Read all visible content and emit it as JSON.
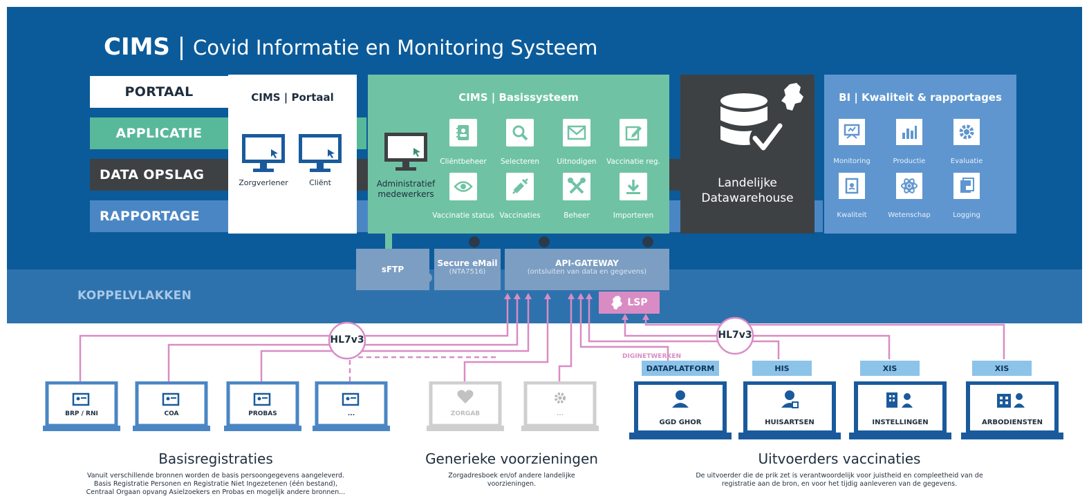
{
  "header": {
    "brand": "CIMS",
    "separator": "|",
    "subtitle": "Covid Informatie en Monitoring Systeem"
  },
  "layers": {
    "portaal": "PORTAAL",
    "applicatie": "APPLICATIE",
    "data_opslag": "DATA OPSLAG",
    "rapportage": "RAPPORTAGE"
  },
  "portal": {
    "title": "CIMS | Portaal",
    "users": [
      "Zorgverlener",
      "Cliënt"
    ]
  },
  "basis": {
    "title": "CIMS | Basissysteem",
    "admin_label_1": "Administratief",
    "admin_label_2": "medewerkers",
    "tiles": [
      "Cliëntbeheer",
      "Selecteren",
      "Uitnodigen",
      "Vaccinatie reg.",
      "Vaccinatie status",
      "Vaccinaties",
      "Beheer",
      "Importeren"
    ]
  },
  "dwh": {
    "line1": "Landelijke",
    "line2": "Datawarehouse"
  },
  "bi": {
    "title": "BI | Kwaliteit & rapportages",
    "tiles": [
      "Monitoring",
      "Productie",
      "Evaluatie",
      "Kwaliteit",
      "Wetenschap",
      "Logging"
    ]
  },
  "interfaces": {
    "koppelvlakken": "KOPPELVLAKKEN",
    "sftp": "sFTP",
    "email_title": "Secure eMail",
    "email_sub": "(NTA7516)",
    "gateway_title": "API-GATEWAY",
    "gateway_sub": "(ontsluiten van data en gegevens)",
    "lsp": "LSP",
    "hl7_left": "HL7v3",
    "hl7_right": "HL7v3",
    "diginetwerken": "DIGINETWERKEN"
  },
  "sources_left": {
    "laptops": [
      "BRP / RNI",
      "COA",
      "PROBAS",
      "..."
    ],
    "title": "Basisregistraties",
    "desc_lines": [
      "Vanuit verschillende bronnen worden de basis persoongegevens aangeleverd.",
      "Basis Registratie Personen en Registratie Niet Ingezetenen (één bestand),",
      "Centraal Orgaan opvang Asielzoekers en Probas en mogelijk andere bronnen..."
    ]
  },
  "sources_mid": {
    "laptops": [
      "ZORGAB",
      "..."
    ],
    "title": "Generieke voorzieningen",
    "desc_lines": [
      "Zorgadresboek en/of andere landelijke",
      "voorzieningen."
    ]
  },
  "sources_right": {
    "tags": [
      "DATAPLATFORM",
      "HIS",
      "XIS",
      "XIS"
    ],
    "laptops": [
      "GGD GHOR",
      "HUISARTSEN",
      "INSTELLINGEN",
      "ARBODIENSTEN"
    ],
    "title": "Uitvoerders vaccinaties",
    "desc_lines": [
      "De uitvoerder die de prik zet is verantwoordelijk voor juistheid en compleetheid van de",
      "registratie aan de bron, en voor het tijdig aanleveren van de gegevens."
    ]
  },
  "colors": {
    "dark_blue": "#0b5b9a",
    "mid_blue": "#2e72ad",
    "green": "#6fc3a4",
    "dark_grey": "#3e4144",
    "bi_blue": "#5f96cf",
    "pink": "#d98cc4",
    "laptop_blue": "#1a5a9c",
    "light_grey": "#cfcfcf"
  }
}
